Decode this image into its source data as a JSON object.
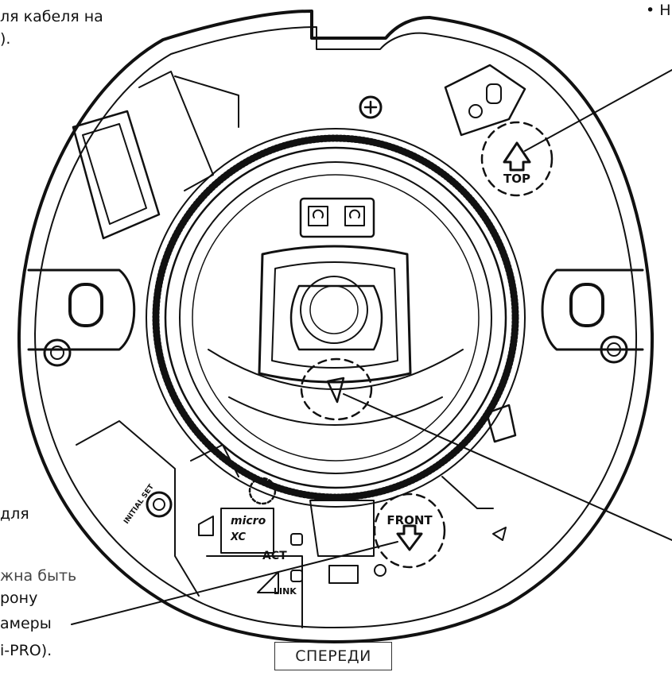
{
  "callouts": {
    "top_left_line1": "ля кабеля на",
    "top_left_line2": ")."
  },
  "right_fragment": {
    "bullet": "• Н"
  },
  "left_fragments": [
    "для",
    "жна быть",
    "рону",
    "амеры",
    "i-PRO)."
  ],
  "markings": {
    "top": "TOP",
    "front": "FRONT",
    "initial_set": "INITIAL SET",
    "act": "ACT",
    "link": "LINK",
    "micro": "micro",
    "sdxc": "XC"
  },
  "caption": {
    "front_label": "СПЕРЕДИ"
  },
  "colors": {
    "line": "#111111",
    "background": "#ffffff"
  }
}
